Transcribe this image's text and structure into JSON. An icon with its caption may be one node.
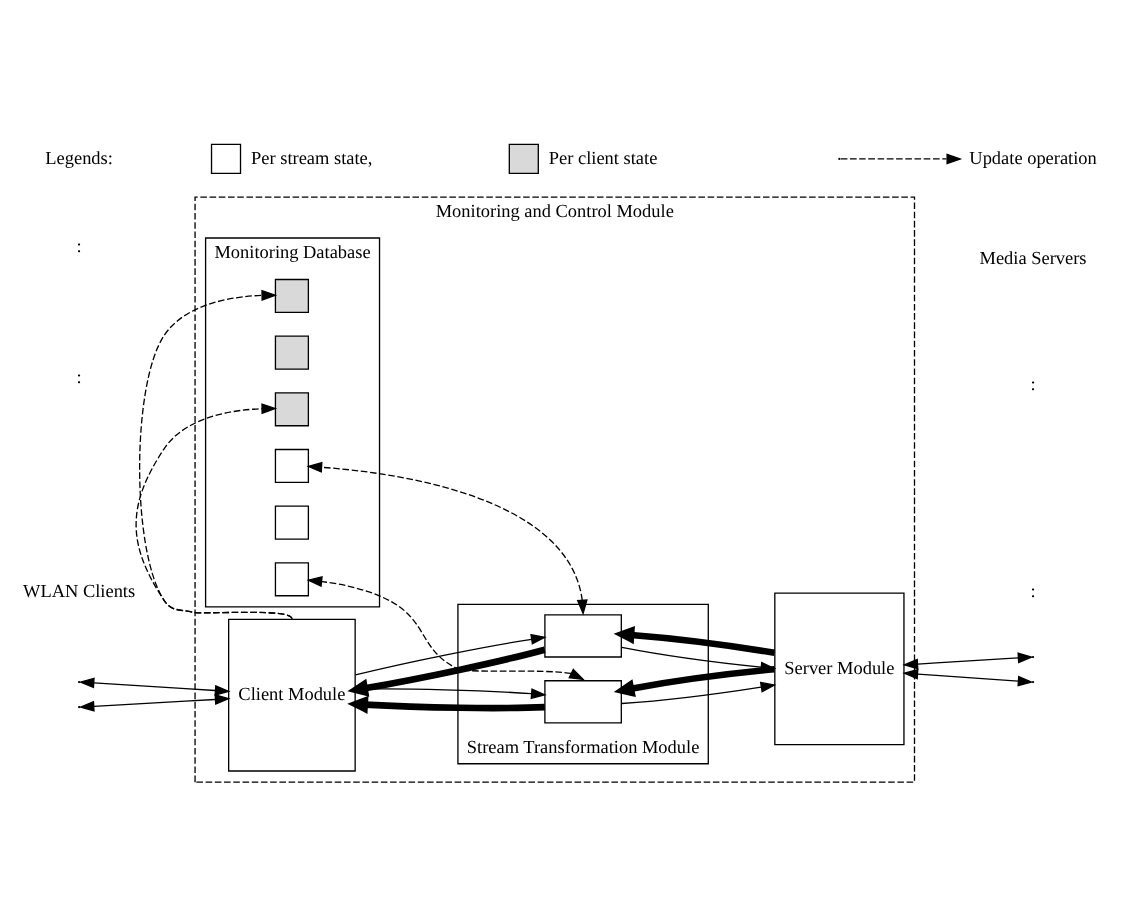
{
  "diagram": {
    "nodes": [
      {
        "text": [
          "Monitoring and Control Module"
        ]
      },
      {
        "text": [
          "Monitoring Database"
        ],
        "in": 0
      },
      {
        "text": [],
        "shape": "box",
        "in": 1
      },
      {
        "text": [],
        "shape": "box",
        "in": 1
      },
      {
        "text": [],
        "shape": "box",
        "in": 1
      },
      {
        "text": [],
        "shape": "box",
        "in": 1
      },
      {
        "text": [],
        "shape": "box",
        "in": 1
      },
      {
        "text": [],
        "shape": "box",
        "in": 1
      },
      {
        "text": [
          "Client Module"
        ],
        "in": 0
      },
      {
        "text": [
          "Stream Transformation Module"
        ],
        "in": 0
      },
      {
        "text": [],
        "shape": "box",
        "in": 9
      },
      {
        "text": [],
        "shape": "box",
        "in": 9
      },
      {
        "text": [
          "Server Module"
        ],
        "in": 0
      }
    ],
    "edges": [
      {
        "from": 8,
        "to": 2,
        "arrow": "to",
        "style": "dashed"
      },
      {
        "from": 8,
        "to": 4,
        "arrow": "to",
        "style": "dashed"
      },
      {
        "from": 10,
        "to": 5,
        "arrow": "both",
        "style": "dashed"
      },
      {
        "from": 11,
        "to": 7,
        "arrow": "both",
        "style": "dashed"
      },
      {
        "from": null,
        "to": 8,
        "arrow": "both"
      },
      {
        "from": null,
        "to": 8,
        "arrow": "both"
      },
      {
        "from": 8,
        "to": 10,
        "arrow": "to"
      },
      {
        "from": 10,
        "to": 8,
        "arrow": "to",
        "style": "thick"
      },
      {
        "from": 8,
        "to": 11,
        "arrow": "to"
      },
      {
        "from": 11,
        "to": 8,
        "arrow": "to",
        "style": "thick"
      },
      {
        "from": 10,
        "to": 12,
        "arrow": "to"
      },
      {
        "from": 12,
        "to": 10,
        "arrow": "to",
        "style": "thick"
      },
      {
        "from": 11,
        "to": 12,
        "arrow": "to"
      },
      {
        "from": 12,
        "to": 11,
        "arrow": "to",
        "style": "thick"
      },
      {
        "from": 12,
        "to": null,
        "arrow": "both"
      },
      {
        "from": 12,
        "to": null,
        "arrow": "both"
      }
    ],
    "labels": [
      "WLAN Clients",
      ":",
      ":",
      ":",
      ":",
      "Media Servers",
      "Legends:"
    ],
    "legend": [
      {
        "text": "Per stream state,",
        "color": "#ffffff"
      },
      {
        "text": "Per client state",
        "color": "#d9d9d9"
      },
      {
        "text": "Update operation"
      }
    ]
  }
}
